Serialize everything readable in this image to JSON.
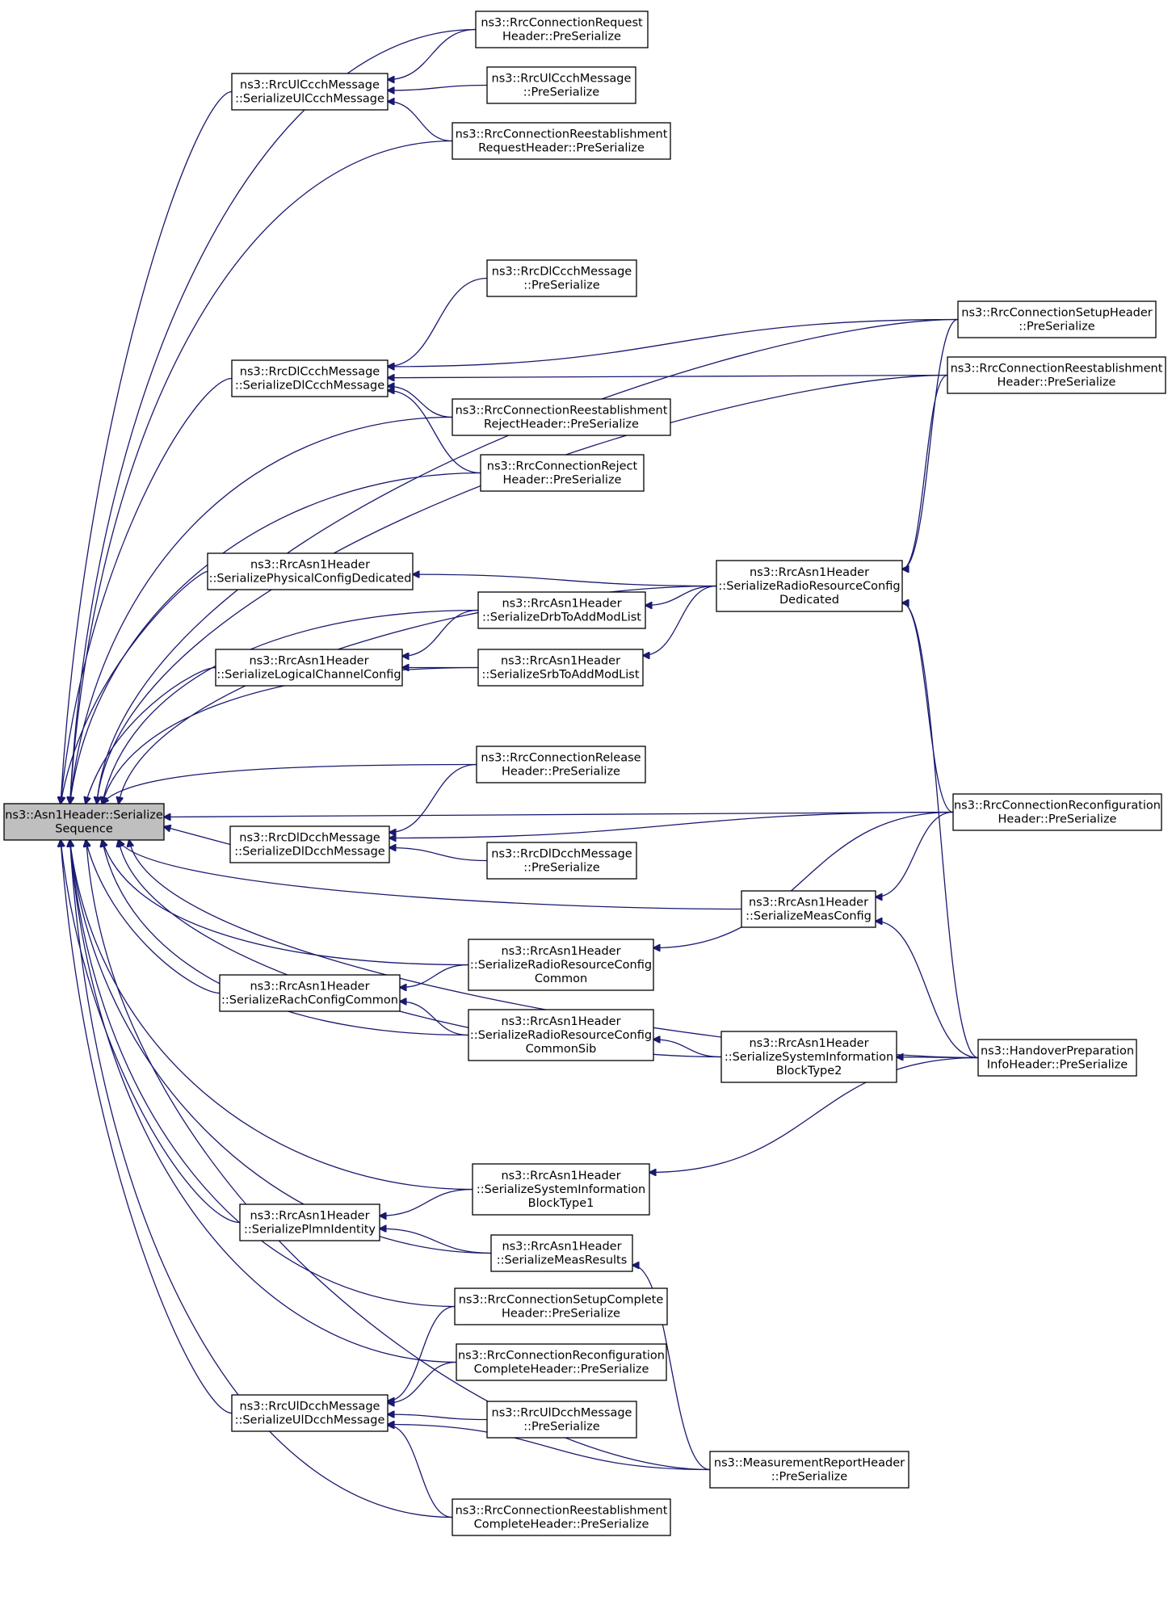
{
  "graph": {
    "colors": {
      "edge": "#191970",
      "root_fill": "#bfbfbf",
      "node_fill": "#ffffff",
      "node_border": "#000000"
    },
    "nodes": [
      {
        "id": "root",
        "lines": [
          "ns3::Asn1Header::Serialize",
          "Sequence"
        ]
      },
      {
        "id": "n_rcreq",
        "lines": [
          "ns3::RrcConnectionRequest",
          "Header::PreSerialize"
        ]
      },
      {
        "id": "n_ulccch_ser",
        "lines": [
          "ns3::RrcUlCcchMessage",
          "::SerializeUlCcchMessage"
        ]
      },
      {
        "id": "n_ulccch_pre",
        "lines": [
          "ns3::RrcUlCcchMessage",
          "::PreSerialize"
        ]
      },
      {
        "id": "n_reestreq",
        "lines": [
          "ns3::RrcConnectionReestablishment",
          "RequestHeader::PreSerialize"
        ]
      },
      {
        "id": "n_dlccch_pre",
        "lines": [
          "ns3::RrcDlCcchMessage",
          "::PreSerialize"
        ]
      },
      {
        "id": "n_setup",
        "lines": [
          "ns3::RrcConnectionSetupHeader",
          "::PreSerialize"
        ]
      },
      {
        "id": "n_dlccch_ser",
        "lines": [
          "ns3::RrcDlCcchMessage",
          "::SerializeDlCcchMessage"
        ]
      },
      {
        "id": "n_reest",
        "lines": [
          "ns3::RrcConnectionReestablishment",
          "Header::PreSerialize"
        ]
      },
      {
        "id": "n_reestrej",
        "lines": [
          "ns3::RrcConnectionReestablishment",
          "RejectHeader::PreSerialize"
        ]
      },
      {
        "id": "n_reject",
        "lines": [
          "ns3::RrcConnectionReject",
          "Header::PreSerialize"
        ]
      },
      {
        "id": "n_phys",
        "lines": [
          "ns3::RrcAsn1Header",
          "::SerializePhysicalConfigDedicated"
        ]
      },
      {
        "id": "n_rrcded",
        "lines": [
          "ns3::RrcAsn1Header",
          "::SerializeRadioResourceConfig",
          "Dedicated"
        ]
      },
      {
        "id": "n_drb",
        "lines": [
          "ns3::RrcAsn1Header",
          "::SerializeDrbToAddModList"
        ]
      },
      {
        "id": "n_lcc",
        "lines": [
          "ns3::RrcAsn1Header",
          "::SerializeLogicalChannelConfig"
        ]
      },
      {
        "id": "n_srb",
        "lines": [
          "ns3::RrcAsn1Header",
          "::SerializeSrbToAddModList"
        ]
      },
      {
        "id": "n_release",
        "lines": [
          "ns3::RrcConnectionRelease",
          "Header::PreSerialize"
        ]
      },
      {
        "id": "n_reconf",
        "lines": [
          "ns3::RrcConnectionReconfiguration",
          "Header::PreSerialize"
        ]
      },
      {
        "id": "n_dldcch_ser",
        "lines": [
          "ns3::RrcDlDcchMessage",
          "::SerializeDlDcchMessage"
        ]
      },
      {
        "id": "n_dldcch_pre",
        "lines": [
          "ns3::RrcDlDcchMessage",
          "::PreSerialize"
        ]
      },
      {
        "id": "n_measconf",
        "lines": [
          "ns3::RrcAsn1Header",
          "::SerializeMeasConfig"
        ]
      },
      {
        "id": "n_rrccommon",
        "lines": [
          "ns3::RrcAsn1Header",
          "::SerializeRadioResourceConfig",
          "Common"
        ]
      },
      {
        "id": "n_rach",
        "lines": [
          "ns3::RrcAsn1Header",
          "::SerializeRachConfigCommon"
        ]
      },
      {
        "id": "n_rrccommonsib",
        "lines": [
          "ns3::RrcAsn1Header",
          "::SerializeRadioResourceConfig",
          "CommonSib"
        ]
      },
      {
        "id": "n_sib2",
        "lines": [
          "ns3::RrcAsn1Header",
          "::SerializeSystemInformation",
          "BlockType2"
        ]
      },
      {
        "id": "n_hoprep",
        "lines": [
          "ns3::HandoverPreparation",
          "InfoHeader::PreSerialize"
        ]
      },
      {
        "id": "n_sib1",
        "lines": [
          "ns3::RrcAsn1Header",
          "::SerializeSystemInformation",
          "BlockType1"
        ]
      },
      {
        "id": "n_plmn",
        "lines": [
          "ns3::RrcAsn1Header",
          "::SerializePlmnIdentity"
        ]
      },
      {
        "id": "n_measres",
        "lines": [
          "ns3::RrcAsn1Header",
          "::SerializeMeasResults"
        ]
      },
      {
        "id": "n_setupcomp",
        "lines": [
          "ns3::RrcConnectionSetupComplete",
          "Header::PreSerialize"
        ]
      },
      {
        "id": "n_reconfcomp",
        "lines": [
          "ns3::RrcConnectionReconfiguration",
          "CompleteHeader::PreSerialize"
        ]
      },
      {
        "id": "n_uldcch_ser",
        "lines": [
          "ns3::RrcUlDcchMessage",
          "::SerializeUlDcchMessage"
        ]
      },
      {
        "id": "n_uldcch_pre",
        "lines": [
          "ns3::RrcUlDcchMessage",
          "::PreSerialize"
        ]
      },
      {
        "id": "n_measrep",
        "lines": [
          "ns3::MeasurementReportHeader",
          "::PreSerialize"
        ]
      },
      {
        "id": "n_reestcomp",
        "lines": [
          "ns3::RrcConnectionReestablishment",
          "CompleteHeader::PreSerialize"
        ]
      }
    ],
    "edges": [
      [
        "n_rcreq",
        "root"
      ],
      [
        "n_ulccch_ser",
        "root"
      ],
      [
        "n_reestreq",
        "root"
      ],
      [
        "n_setup",
        "root"
      ],
      [
        "n_reest",
        "root"
      ],
      [
        "n_dlccch_ser",
        "root"
      ],
      [
        "n_reestrej",
        "root"
      ],
      [
        "n_reject",
        "root"
      ],
      [
        "n_rrcded",
        "root"
      ],
      [
        "n_phys",
        "root"
      ],
      [
        "n_drb",
        "root"
      ],
      [
        "n_lcc",
        "root"
      ],
      [
        "n_srb",
        "root"
      ],
      [
        "n_reconf",
        "root"
      ],
      [
        "n_release",
        "root"
      ],
      [
        "n_dldcch_ser",
        "root"
      ],
      [
        "n_measconf",
        "root"
      ],
      [
        "n_rrccommon",
        "root"
      ],
      [
        "n_rach",
        "root"
      ],
      [
        "n_rrccommonsib",
        "root"
      ],
      [
        "n_sib2",
        "root"
      ],
      [
        "n_hoprep",
        "root"
      ],
      [
        "n_sib1",
        "root"
      ],
      [
        "n_plmn",
        "root"
      ],
      [
        "n_measres",
        "root"
      ],
      [
        "n_setupcomp",
        "root"
      ],
      [
        "n_reconfcomp",
        "root"
      ],
      [
        "n_uldcch_ser",
        "root"
      ],
      [
        "n_reestcomp",
        "root"
      ],
      [
        "n_measrep",
        "root"
      ],
      [
        "n_rcreq",
        "n_ulccch_ser"
      ],
      [
        "n_ulccch_pre",
        "n_ulccch_ser"
      ],
      [
        "n_reestreq",
        "n_ulccch_ser"
      ],
      [
        "n_dlccch_pre",
        "n_dlccch_ser"
      ],
      [
        "n_setup",
        "n_dlccch_ser"
      ],
      [
        "n_reest",
        "n_dlccch_ser"
      ],
      [
        "n_reestrej",
        "n_dlccch_ser"
      ],
      [
        "n_reject",
        "n_dlccch_ser"
      ],
      [
        "n_setup",
        "n_rrcded"
      ],
      [
        "n_reest",
        "n_rrcded"
      ],
      [
        "n_reconf",
        "n_rrcded"
      ],
      [
        "n_hoprep",
        "n_rrcded"
      ],
      [
        "n_rrcded",
        "n_phys"
      ],
      [
        "n_rrcded",
        "n_drb"
      ],
      [
        "n_rrcded",
        "n_srb"
      ],
      [
        "n_drb",
        "n_lcc"
      ],
      [
        "n_srb",
        "n_lcc"
      ],
      [
        "n_release",
        "n_dldcch_ser"
      ],
      [
        "n_reconf",
        "n_dldcch_ser"
      ],
      [
        "n_dldcch_pre",
        "n_dldcch_ser"
      ],
      [
        "n_reconf",
        "n_measconf"
      ],
      [
        "n_hoprep",
        "n_measconf"
      ],
      [
        "n_reconf",
        "n_rrccommon"
      ],
      [
        "n_rrccommon",
        "n_rach"
      ],
      [
        "n_rrccommonsib",
        "n_rach"
      ],
      [
        "n_sib2",
        "n_rrccommonsib"
      ],
      [
        "n_hoprep",
        "n_sib2"
      ],
      [
        "n_hoprep",
        "n_sib1"
      ],
      [
        "n_sib1",
        "n_plmn"
      ],
      [
        "n_measres",
        "n_plmn"
      ],
      [
        "n_measrep",
        "n_measres"
      ],
      [
        "n_setupcomp",
        "n_uldcch_ser"
      ],
      [
        "n_reconfcomp",
        "n_uldcch_ser"
      ],
      [
        "n_uldcch_pre",
        "n_uldcch_ser"
      ],
      [
        "n_measrep",
        "n_uldcch_ser"
      ],
      [
        "n_reestcomp",
        "n_uldcch_ser"
      ]
    ]
  }
}
